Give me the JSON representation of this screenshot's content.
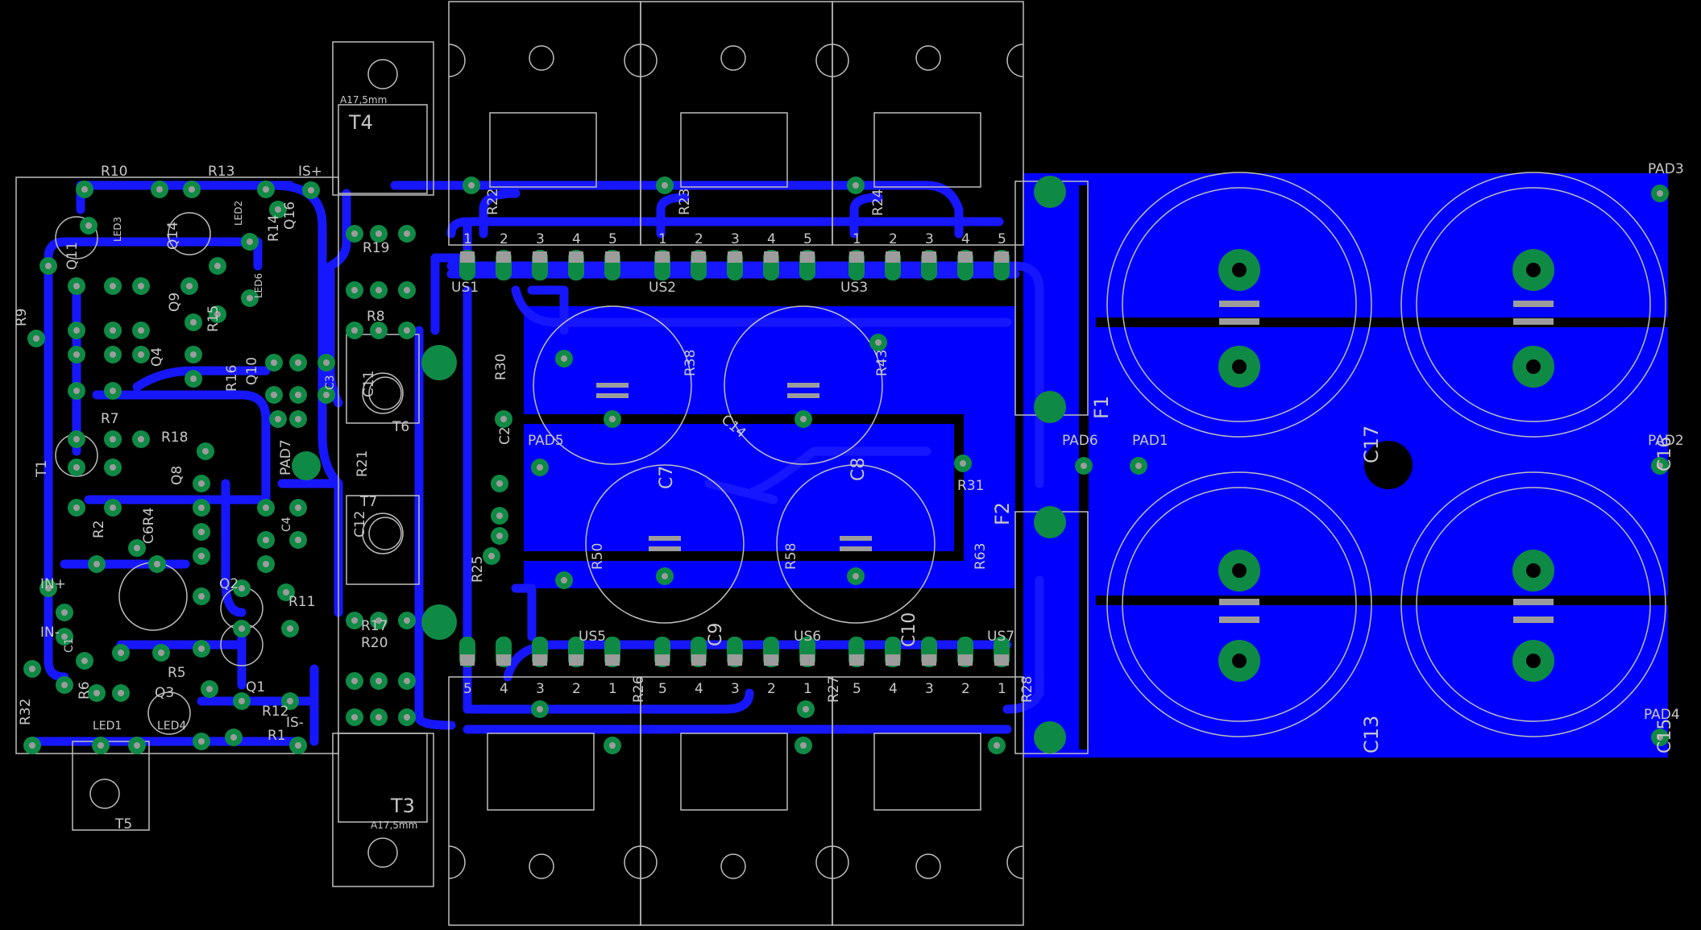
{
  "view": {
    "title": ""
  },
  "colors": {
    "background": "#000000",
    "copper_bottom": "#0000ff",
    "copper_trace": "#1717ff",
    "via": "#0f8a45",
    "silkscreen": "#c8c8c8",
    "pad": "#9c9c9c",
    "outline": "#bdbdbd"
  },
  "labels": {
    "R10": "R10",
    "R13": "R13",
    "ISp": "IS+",
    "Q11": "Q11",
    "Q14": "Q14",
    "Q16": "Q16",
    "LED2": "LED2",
    "LED3": "LED3",
    "LED6": "LED6",
    "R14": "R14",
    "R9": "R9",
    "Q9": "Q9",
    "R15": "R15",
    "Q4": "Q4",
    "Q3": "Q3",
    "Q10": "Q10",
    "R16": "R16",
    "C3": "C3",
    "R7": "R7",
    "T1": "T1",
    "R18": "R18",
    "Q8": "Q8",
    "R2": "R2",
    "C6R4": "C6R4",
    "C4": "C4",
    "PAD7": "PAD7",
    "Q2": "Q2",
    "R11": "R11",
    "INp": "IN+",
    "INm": "IN-",
    "C1": "C1",
    "R5": "R5",
    "Q1": "Q1",
    "R12": "R12",
    "R32": "R32",
    "R6": "R6",
    "Q3b": "Q3",
    "LED1": "LED1",
    "LED4": "LED4",
    "R1": "R1",
    "ISm": "IS-",
    "T5": "T5",
    "T4": "T4",
    "A17_top": "A17,5mm",
    "R19": "R19",
    "R8": "R8",
    "C11": "C11",
    "T6": "T6",
    "R21": "R21",
    "T7": "T7",
    "C12": "C12",
    "R17": "R17",
    "R20": "R20",
    "T3": "T3",
    "A17_bot": "A17,5mm",
    "R22": "R22",
    "R23": "R23",
    "R24": "R24",
    "US1": "US1",
    "US2": "US2",
    "US3": "US3",
    "R30": "R30",
    "R38": "R38",
    "R43": "R43",
    "C2": "C2",
    "PAD5": "PAD5",
    "C14": "C14",
    "R31": "R31",
    "PAD6": "PAD6",
    "C7": "C7",
    "C8": "C8",
    "R25": "R25",
    "R50": "R50",
    "R58": "R58",
    "R63": "R63",
    "US5": "US5",
    "US6": "US6",
    "US7": "US7",
    "C9": "C9",
    "C10": "C10",
    "R26": "R26",
    "R27": "R27",
    "R28": "R28",
    "F1": "F1",
    "F2": "F2",
    "PAD1": "PAD1",
    "PAD2": "PAD2",
    "PAD3": "PAD3",
    "PAD4": "PAD4",
    "C17": "C17",
    "C13": "C13",
    "C15": "C15",
    "C16": "C16",
    "n1": "1",
    "n2": "2",
    "n3": "3",
    "n4": "4",
    "n5": "5"
  }
}
